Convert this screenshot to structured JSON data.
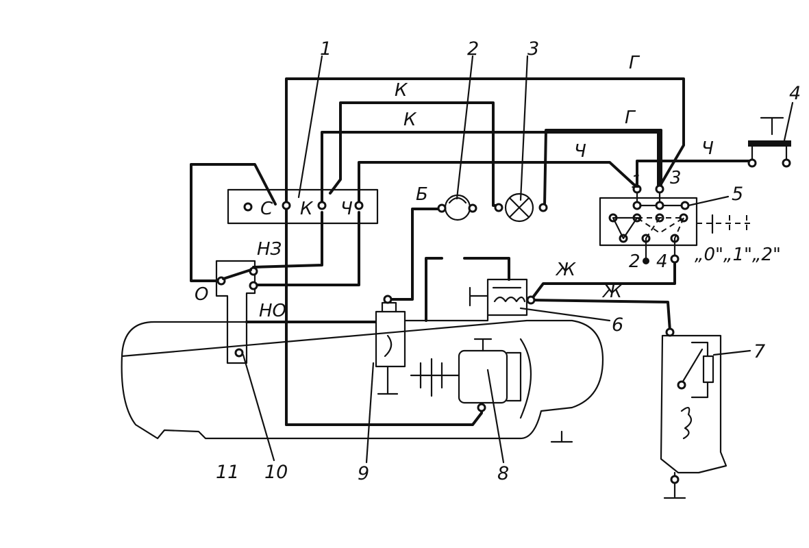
{
  "callouts": {
    "n1": "1",
    "n2": "2",
    "n3": "3",
    "n4": "4",
    "n5": "5",
    "n6": "6",
    "n7": "7",
    "n8": "8",
    "n9": "9",
    "n10": "10",
    "n11": "11"
  },
  "wire_labels": {
    "g_top": "Г",
    "k_upper": "К",
    "k_lower": "К",
    "g_right": "Г",
    "ch_mid": "Ч",
    "ch_right": "Ч",
    "b": "Б",
    "zh_upper": "Ж",
    "zh_lower": "Ж",
    "nz": "НЗ",
    "no": "НО",
    "o": "О"
  },
  "relay_block": {
    "terminal_s": "С",
    "terminal_k": "К",
    "terminal_ch": "Ч"
  },
  "switch_block": {
    "terminal_1": "1",
    "terminal_3": "3",
    "terminal_2": "2",
    "terminal_4": "4",
    "positions": "„0\"„1\"„2\""
  }
}
